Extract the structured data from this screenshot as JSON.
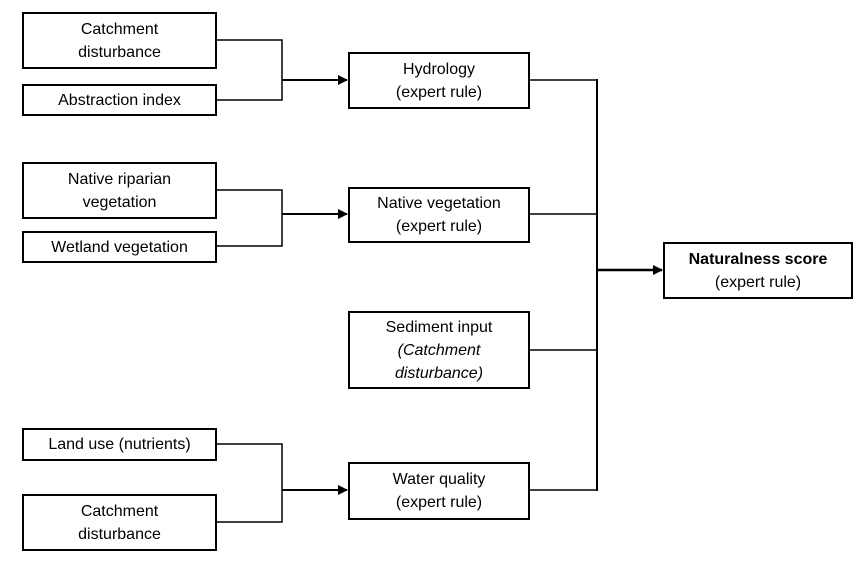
{
  "diagram": {
    "inputs": {
      "catchment_disturbance_1": {
        "lines": [
          "Catchment",
          "disturbance"
        ]
      },
      "abstraction_index": {
        "lines": [
          "Abstraction index"
        ]
      },
      "native_riparian_vegetation": {
        "lines": [
          "Native riparian",
          "vegetation"
        ]
      },
      "wetland_vegetation": {
        "lines": [
          "Wetland vegetation"
        ]
      },
      "land_use_nutrients": {
        "lines": [
          "Land use (nutrients)"
        ]
      },
      "catchment_disturbance_2": {
        "lines": [
          "Catchment",
          "disturbance"
        ]
      }
    },
    "intermediate": {
      "hydrology": {
        "lines": [
          "Hydrology",
          "(expert rule)"
        ]
      },
      "native_vegetation": {
        "lines": [
          "Native vegetation",
          "(expert rule)"
        ]
      },
      "sediment_input": {
        "lines": [
          "Sediment input",
          "(Catchment",
          "disturbance)"
        ]
      },
      "water_quality": {
        "lines": [
          "Water quality",
          "(expert rule)"
        ]
      }
    },
    "output": {
      "naturalness_score": {
        "lines": [
          "Naturalness score",
          "(expert rule)"
        ]
      }
    },
    "edges": [
      {
        "from": "Catchment disturbance",
        "to": "Hydrology"
      },
      {
        "from": "Abstraction index",
        "to": "Hydrology"
      },
      {
        "from": "Native riparian vegetation",
        "to": "Native vegetation"
      },
      {
        "from": "Wetland vegetation",
        "to": "Native vegetation"
      },
      {
        "from": "Land use (nutrients)",
        "to": "Water quality"
      },
      {
        "from": "Catchment disturbance",
        "to": "Water quality"
      },
      {
        "from": "Hydrology",
        "to": "Naturalness score"
      },
      {
        "from": "Native vegetation",
        "to": "Naturalness score"
      },
      {
        "from": "Sediment input",
        "to": "Naturalness score"
      },
      {
        "from": "Water quality",
        "to": "Naturalness score"
      }
    ]
  }
}
